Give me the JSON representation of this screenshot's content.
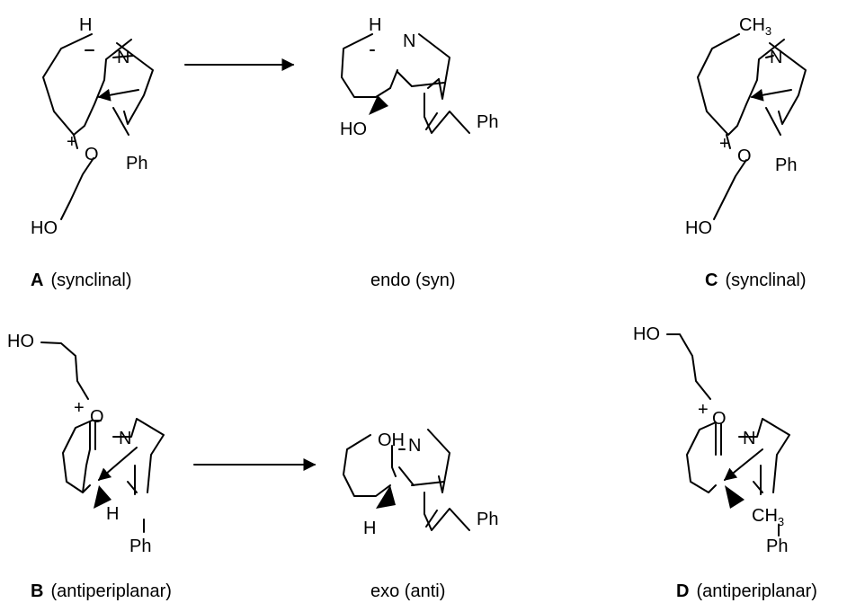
{
  "atoms": {
    "H": "H",
    "N": "N",
    "O": "O",
    "HO": "HO",
    "OH": "OH",
    "Ph": "Ph",
    "CH": "CH",
    "sub3": "3",
    "plus": "+"
  },
  "captions": {
    "A": {
      "letter": "A",
      "text": "(synclinal)"
    },
    "endo": {
      "text": "endo (syn)"
    },
    "C": {
      "letter": "C",
      "text": "(synclinal)"
    },
    "B": {
      "letter": "B",
      "text": "(antiperiplanar)"
    },
    "exo": {
      "text": "exo (anti)"
    },
    "D": {
      "letter": "D",
      "text": "(antiperiplanar)"
    }
  },
  "colors": {
    "ink": "#000000",
    "background": "#ffffff"
  }
}
